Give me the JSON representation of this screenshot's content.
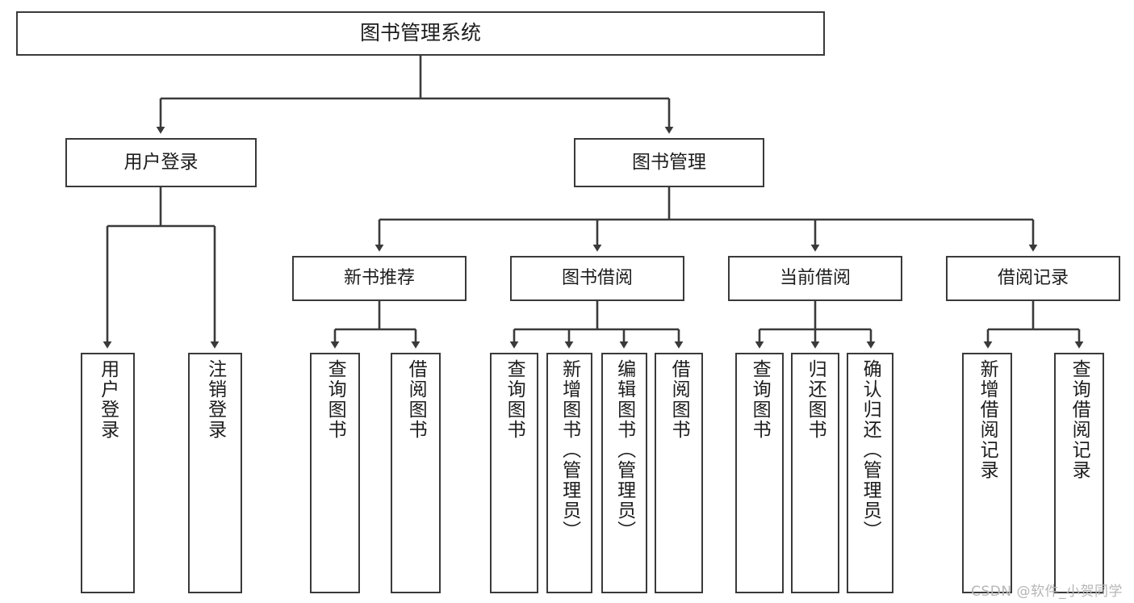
{
  "diagram": {
    "type": "hierarchy-tree",
    "title": "图书管理系统",
    "stroke_color": "#3a3a3a",
    "text_color": "#1d1d1d",
    "background": "#ffffff"
  },
  "root": {
    "label": "图书管理系统"
  },
  "level1": [
    {
      "label": "用户登录"
    },
    {
      "label": "图书管理"
    }
  ],
  "level2": [
    {
      "label": "新书推荐"
    },
    {
      "label": "图书借阅"
    },
    {
      "label": "当前借阅"
    },
    {
      "label": "借阅记录"
    }
  ],
  "leaves": {
    "user_login": [
      {
        "label": "用户登录"
      },
      {
        "label": "注销登录"
      }
    ],
    "new_recommend": [
      {
        "label": "查询图书"
      },
      {
        "label": "借阅图书"
      }
    ],
    "book_borrow": [
      {
        "label": "查询图书"
      },
      {
        "label": "新增图书（管理员）"
      },
      {
        "label": "编辑图书（管理员）"
      },
      {
        "label": "借阅图书"
      }
    ],
    "current_borrow": [
      {
        "label": "查询图书"
      },
      {
        "label": "归还图书"
      },
      {
        "label": "确认归还（管理员）"
      }
    ],
    "borrow_history": [
      {
        "label": "新增借阅记录"
      },
      {
        "label": "查询借阅记录"
      }
    ]
  },
  "watermark": {
    "text": "CSDN @软件_小贺同学"
  }
}
